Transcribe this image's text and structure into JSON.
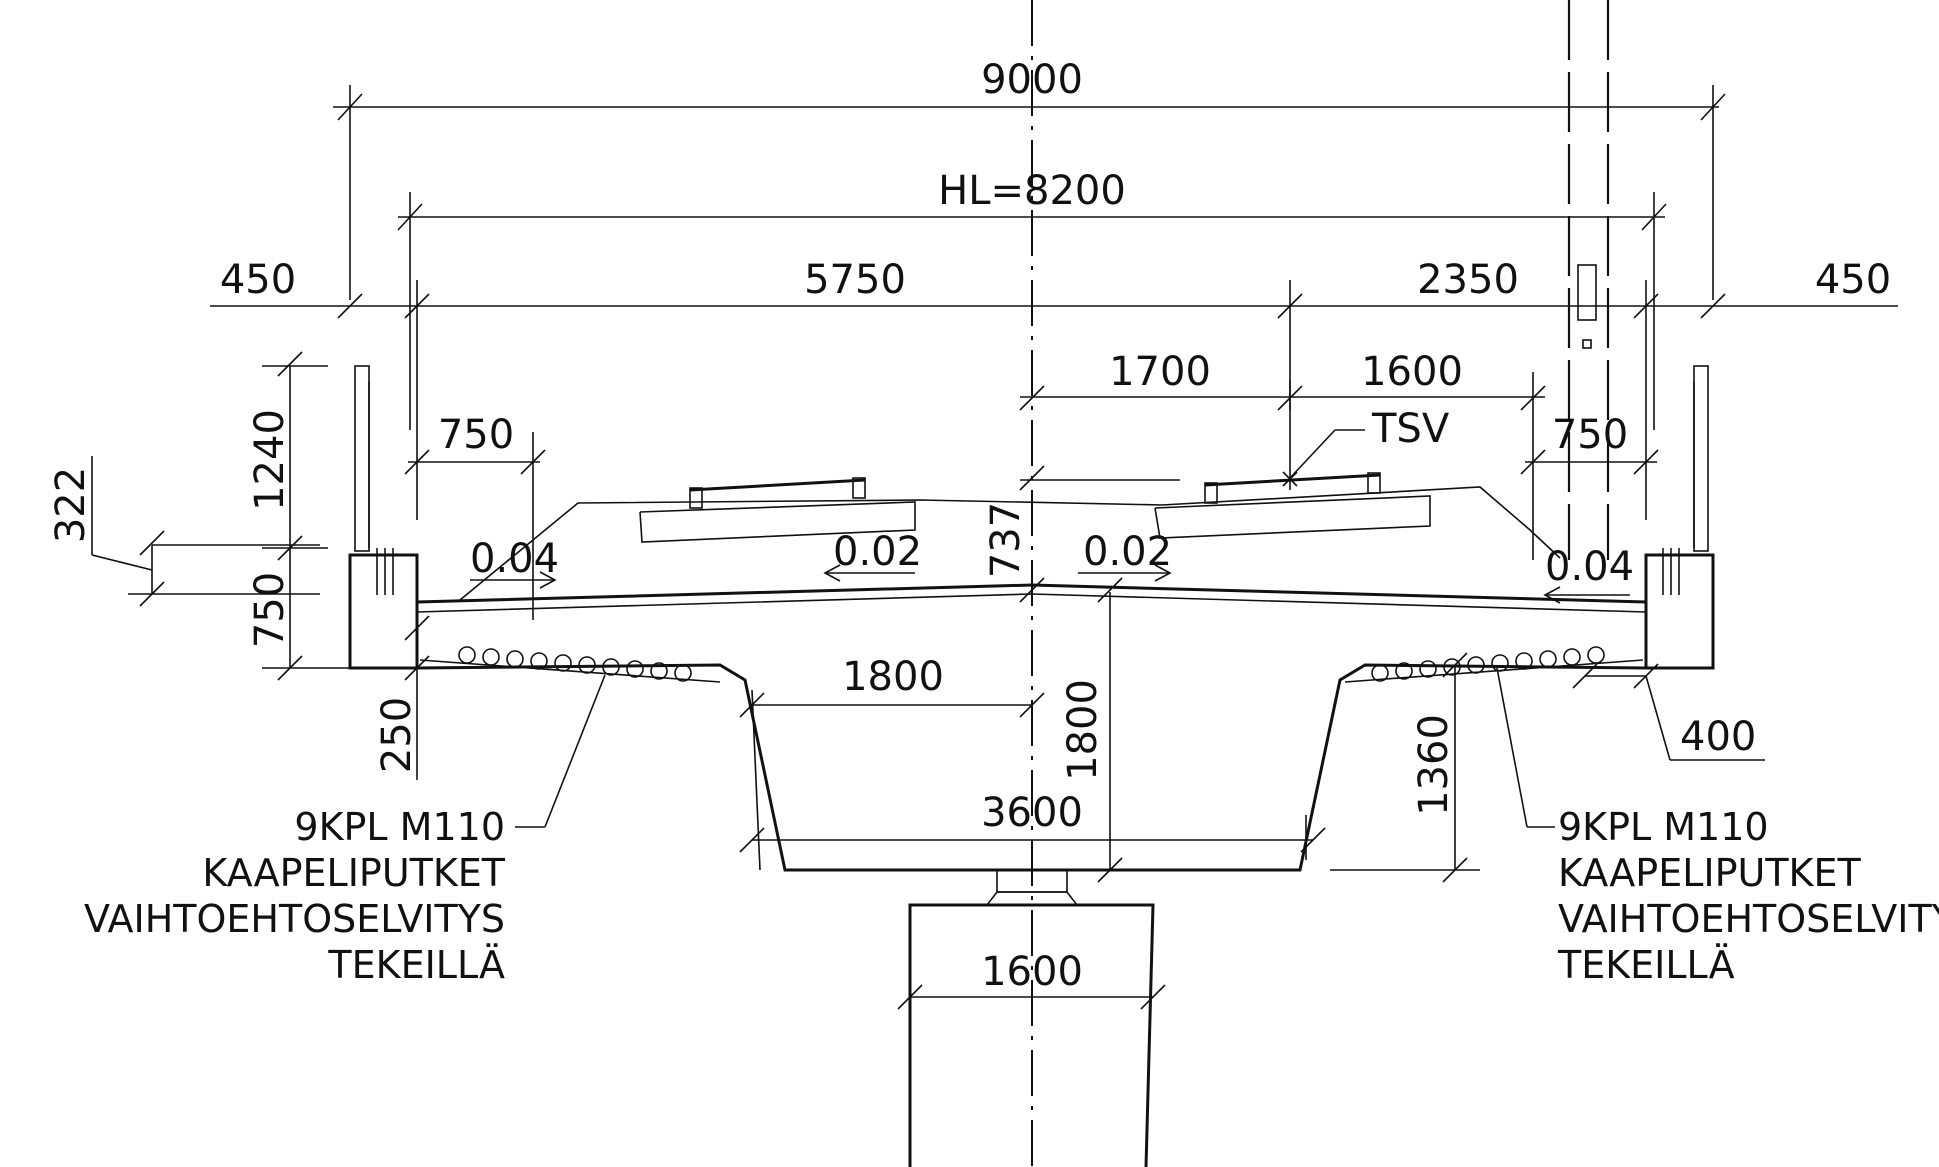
{
  "drawing": {
    "dimensions": {
      "overall_width": "9000",
      "track_width": "HL=8200",
      "left_edge": "450",
      "left_span": "5750",
      "right_span": "2350",
      "right_edge": "450",
      "center_to_tsv": "1700",
      "tsv_to_edge": "1600",
      "left_walkway": "750",
      "right_walkway": "750",
      "railing_height": "1240",
      "edge_beam_height": "750",
      "edge_offset": "322",
      "center_depth": "737",
      "girder_depth": "1800",
      "girder_top_width": "1800",
      "girder_bottom_width": "3600",
      "pier_width": "1600",
      "cantilever_left": "250",
      "cantilever_right": "1360",
      "right_edge_dim": "400"
    },
    "slopes": {
      "left_outer": "0.04",
      "left_inner": "0.02",
      "right_inner": "0.02",
      "right_outer": "0.04"
    },
    "labels": {
      "tsv": "TSV"
    },
    "notes": {
      "left": [
        "9KPL  M110",
        "KAAPELIPUTKET",
        "VAIHTOEHTOSELVITYS",
        "TEKEILLÄ"
      ],
      "right": [
        "9KPL  M110",
        "KAAPELIPUTKET",
        "VAIHTOEHTOSELVITYS",
        "TEKEILLÄ"
      ]
    }
  }
}
